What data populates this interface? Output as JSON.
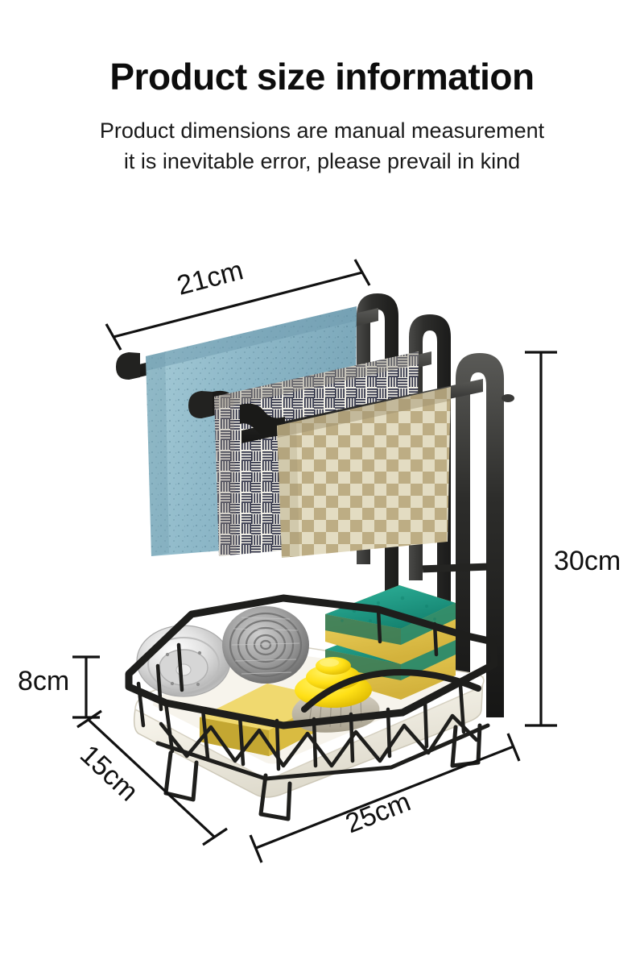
{
  "header": {
    "title": "Product size information",
    "subtitle_line1": "Product dimensions are manual measurement",
    "subtitle_line2": "it is inevitable error, please prevail in kind"
  },
  "product": {
    "name": "kitchen sink caddy organizer rack with towel bars",
    "frame_color": "#2b2b2b",
    "tray_color": "#f2efe6",
    "parts": [
      {
        "name": "towel-bar-back",
        "label": "back towel bar"
      },
      {
        "name": "towel-bar-middle",
        "label": "middle towel bar"
      },
      {
        "name": "towel-bar-front",
        "label": "front towel bar"
      },
      {
        "name": "wire-basket",
        "label": "wire basket"
      },
      {
        "name": "drip-tray",
        "label": "drip tray"
      }
    ],
    "towels": [
      {
        "name": "blue-sponge-cloth",
        "pattern": "speckled",
        "color": "#93bccb"
      },
      {
        "name": "navy-plaid-towel",
        "pattern": "basket weave check",
        "color": "#2c2f45"
      },
      {
        "name": "tan-gingham-towel",
        "pattern": "gingham check",
        "color": "#b6a379"
      }
    ],
    "basket_items": [
      {
        "name": "sink-strainer",
        "label": "stainless sink strainer",
        "color": "#cfcfcf"
      },
      {
        "name": "steel-wool-ball",
        "label": "steel wool scrubber",
        "color": "#9a9a9a"
      },
      {
        "name": "yellow-sponge",
        "label": "yellow sponge bar",
        "color": "#e8c84f"
      },
      {
        "name": "dish-brush",
        "label": "yellow dish brush",
        "color": "#f5d81a"
      },
      {
        "name": "teal-sponge-top",
        "label": "teal scrub sponge",
        "color": "#1b9e8a"
      },
      {
        "name": "teal-sponge-bottom",
        "label": "teal scrub sponge",
        "color": "#1b9e8a"
      }
    ]
  },
  "dimensions": {
    "bar_length": "21cm",
    "total_height": "30cm",
    "basket_height": "8cm",
    "depth": "15cm",
    "width": "25cm"
  },
  "colors": {
    "background": "#ffffff",
    "text": "#111111",
    "dimension_line": "#111111"
  }
}
